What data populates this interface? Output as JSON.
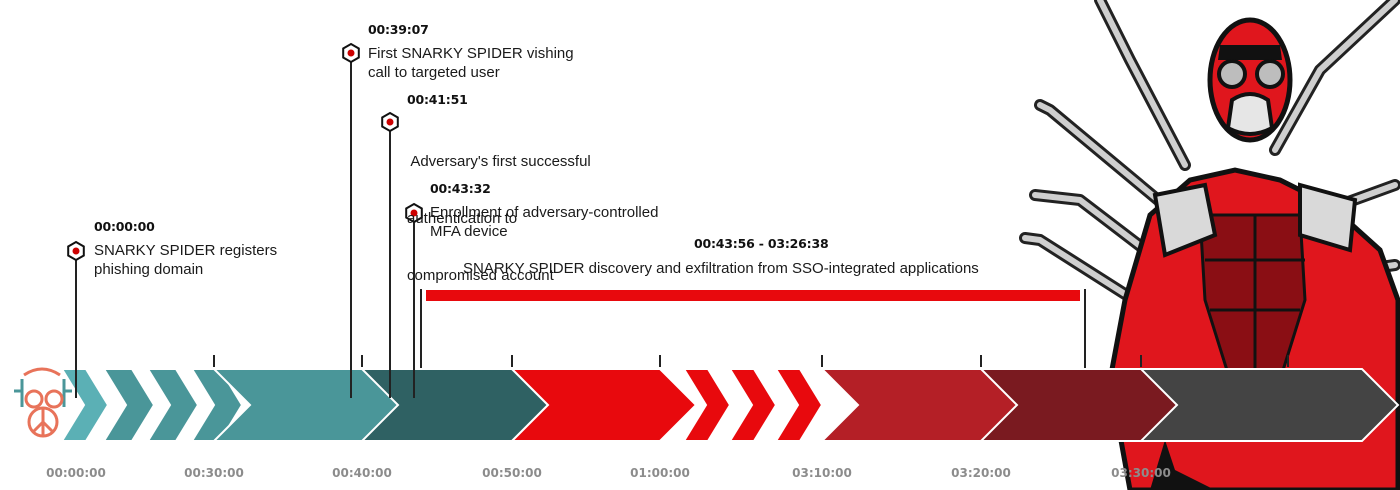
{
  "colors": {
    "teal": "#4a9699",
    "teal_light": "#5bb0b5",
    "teal_dark": "#2f6163",
    "red": "#e8090d",
    "red_mid": "#b41f26",
    "red_dark": "#7a1a20",
    "gray": "#444444",
    "tick_label": "#8c8c8c",
    "pin": "#cc0000"
  },
  "icons": {
    "logo": "adversary-logo-icon",
    "spider": "snarky-spider-mascot-icon",
    "pin": "hexagon-pin-icon"
  },
  "events": [
    {
      "time": "00:00:00",
      "lines": [
        "SNARKY SPIDER registers",
        "phishing domain"
      ]
    },
    {
      "time": "00:39:07",
      "lines": [
        "First SNARKY SPIDER vishing",
        "call to targeted user"
      ]
    },
    {
      "time": "00:41:51",
      "lines": [
        " Adversary's first successful",
        "authentication to",
        "compromised account"
      ]
    },
    {
      "time": "00:43:32",
      "lines": [
        "Enrollment of adversary-controlled",
        "MFA device"
      ]
    }
  ],
  "range_event": {
    "time": "00:43:56 - 03:26:38",
    "text": "SNARKY SPIDER discovery and exfiltration from SSO-integrated applications"
  },
  "ticks": [
    "00:00:00",
    "00:30:00",
    "00:40:00",
    "00:50:00",
    "01:00:00",
    "03:10:00",
    "03:20:00",
    "03:30:00"
  ]
}
